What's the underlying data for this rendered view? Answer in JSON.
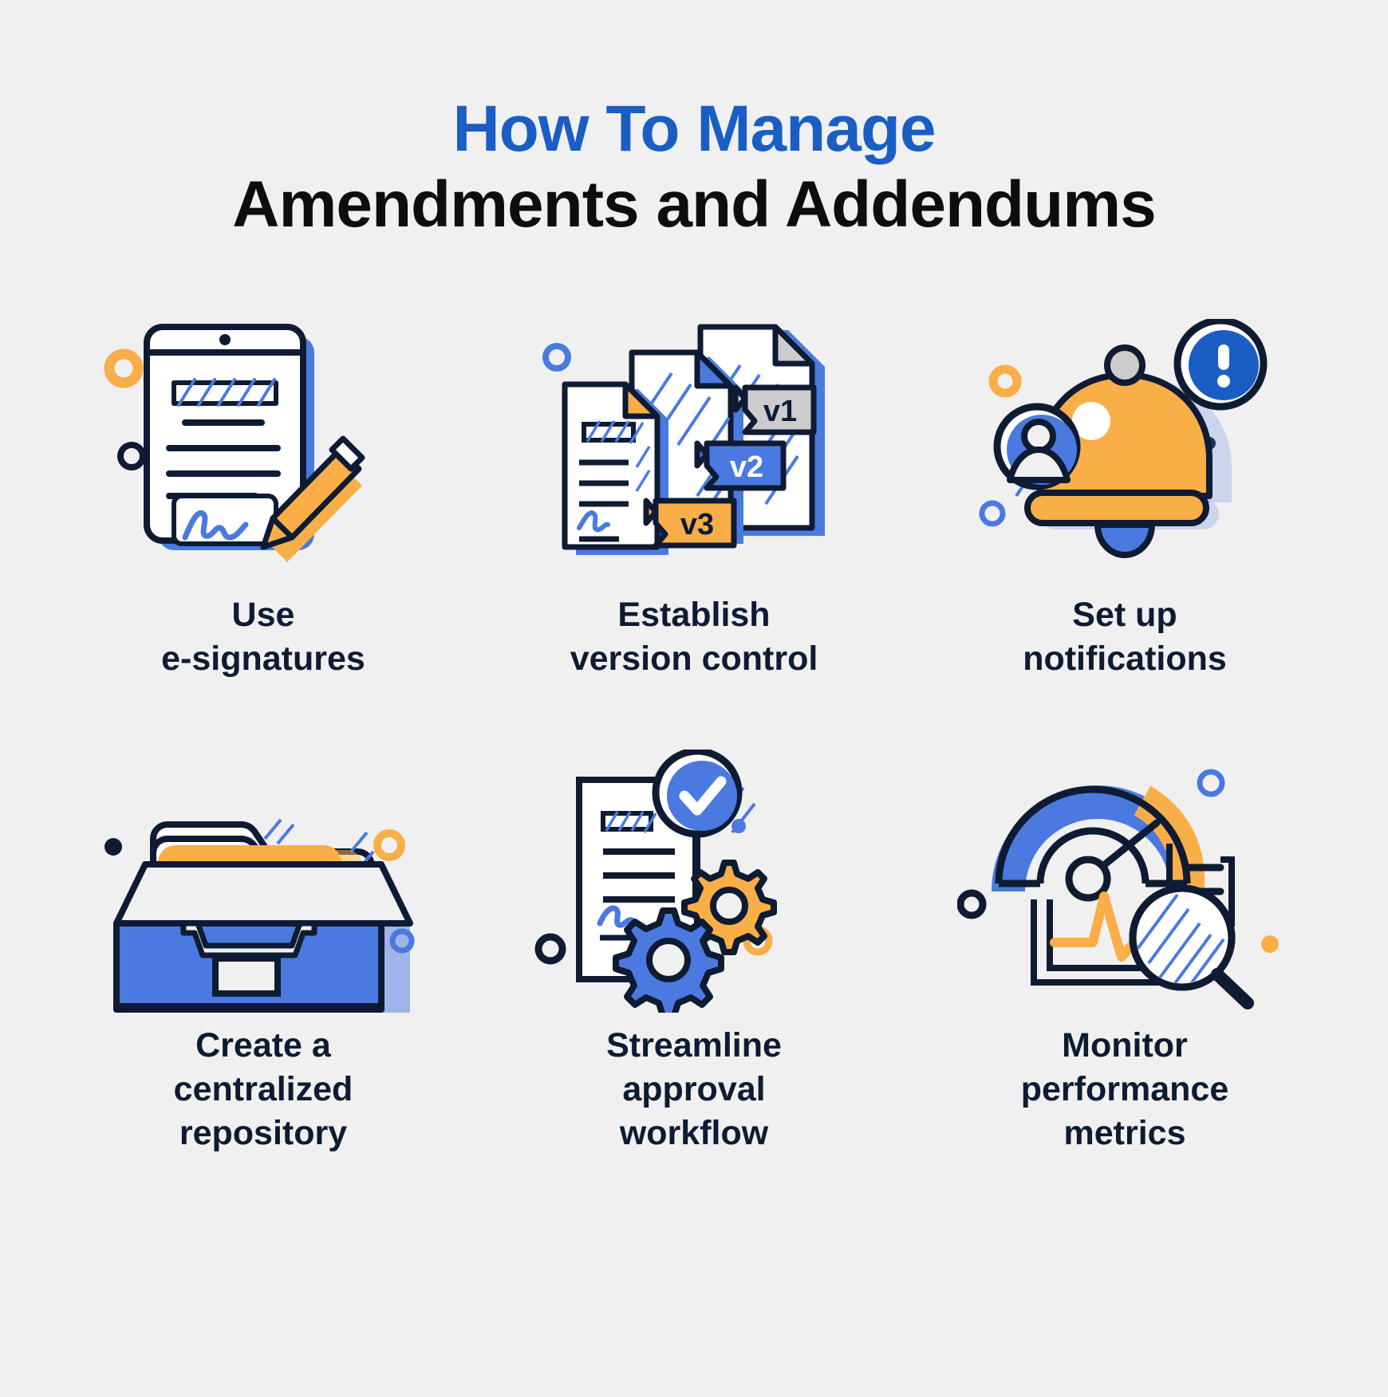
{
  "title": {
    "line1": "How To Manage",
    "line2": "Amendments and Addendums"
  },
  "colors": {
    "background": "#f0f0f0",
    "title_accent": "#1a5ec4",
    "title_main": "#0d0d0d",
    "blue": "#4a7ae0",
    "orange": "#f9ae48",
    "navy": "#0e1b33",
    "gray": "#cccccc",
    "white": "#ffffff"
  },
  "steps": [
    {
      "icon": "e-signature-tablet-icon",
      "label_line1": "Use",
      "label_line2": "e-signatures",
      "label": "Use e-signatures"
    },
    {
      "icon": "document-versions-icon",
      "label_line1": "Establish",
      "label_line2": "version control",
      "label": "Establish version control",
      "version_tags": [
        "v1",
        "v2",
        "v3"
      ]
    },
    {
      "icon": "notification-bell-icon",
      "label_line1": "Set up",
      "label_line2": "notifications",
      "label": "Set up notifications"
    },
    {
      "icon": "file-cabinet-drawer-icon",
      "label_line1": "Create a",
      "label_line2": "centralized",
      "label_line3": "repository",
      "label": "Create a centralized repository"
    },
    {
      "icon": "approval-gears-checkmark-icon",
      "label_line1": "Streamline",
      "label_line2": "approval",
      "label_line3": "workflow",
      "label": "Streamline approval workflow"
    },
    {
      "icon": "performance-gauge-icon",
      "label_line1": "Monitor",
      "label_line2": "performance",
      "label_line3": "metrics",
      "label": "Monitor performance metrics"
    }
  ]
}
